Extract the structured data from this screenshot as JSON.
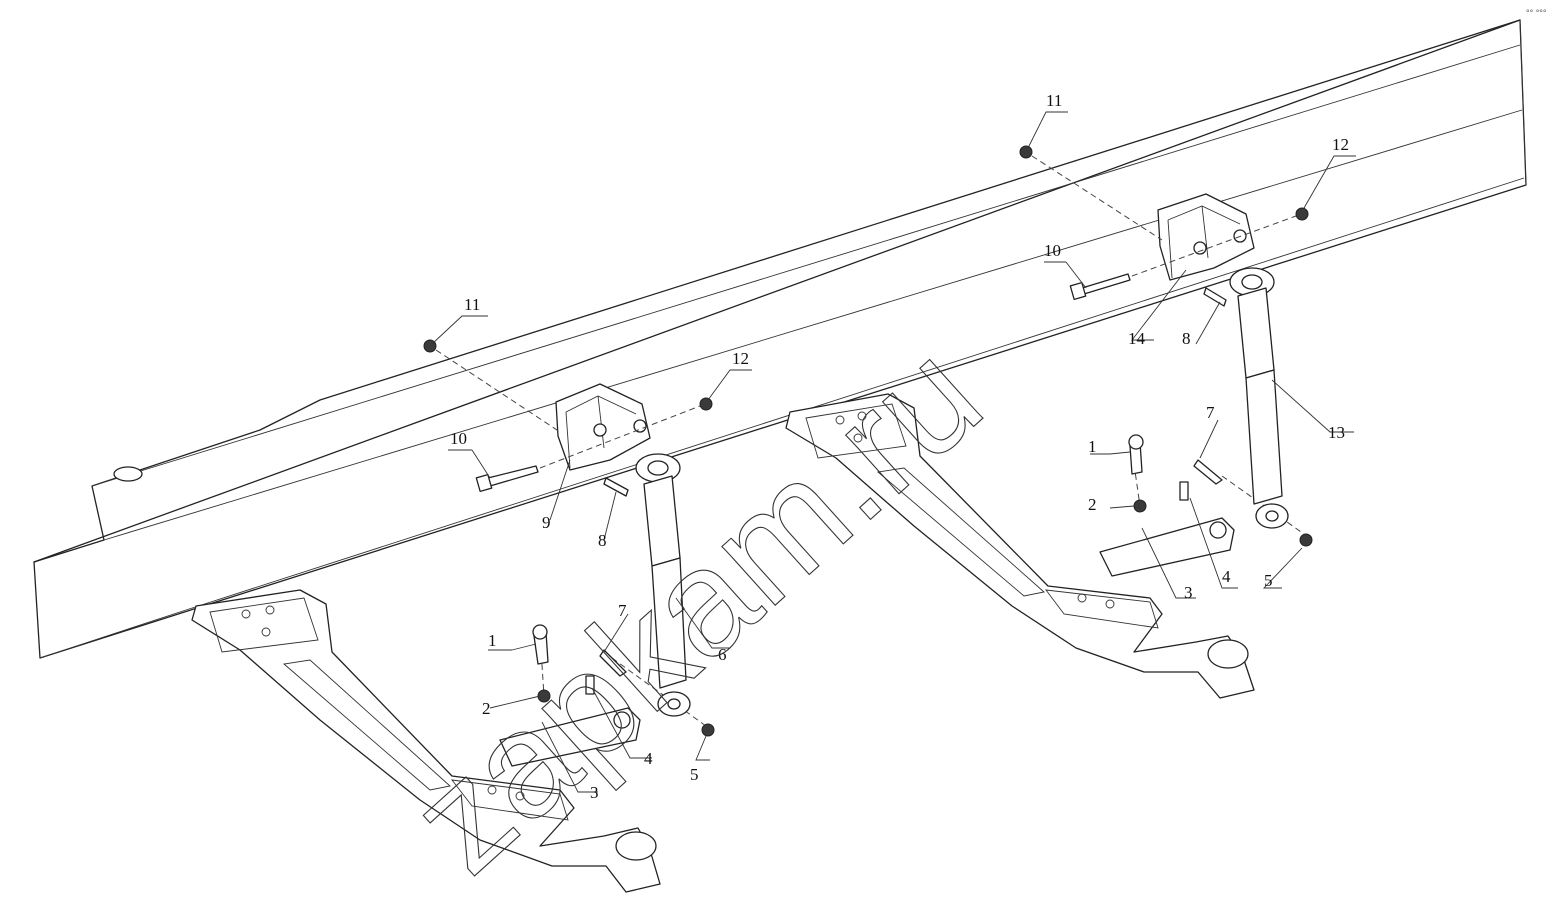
{
  "figure": {
    "watermark": "zapkam.ru",
    "corner_mark": "°° °°°",
    "callouts": [
      {
        "id": "L11a",
        "text": "11"
      },
      {
        "id": "L12a",
        "text": "12"
      },
      {
        "id": "L10a",
        "text": "10"
      },
      {
        "id": "L9",
        "text": "9"
      },
      {
        "id": "L8a",
        "text": "8"
      },
      {
        "id": "L6",
        "text": "6"
      },
      {
        "id": "L1a",
        "text": "1"
      },
      {
        "id": "L7a",
        "text": "7"
      },
      {
        "id": "L2a",
        "text": "2"
      },
      {
        "id": "L4a",
        "text": "4"
      },
      {
        "id": "L3a",
        "text": "3"
      },
      {
        "id": "L5a",
        "text": "5"
      },
      {
        "id": "L11b",
        "text": "11"
      },
      {
        "id": "L12b",
        "text": "12"
      },
      {
        "id": "L10b",
        "text": "10"
      },
      {
        "id": "L14",
        "text": "14"
      },
      {
        "id": "L8b",
        "text": "8"
      },
      {
        "id": "L13",
        "text": "13"
      },
      {
        "id": "L7b",
        "text": "7"
      },
      {
        "id": "L1b",
        "text": "1"
      },
      {
        "id": "L2b",
        "text": "2"
      },
      {
        "id": "L3b",
        "text": "3"
      },
      {
        "id": "L4b",
        "text": "4"
      },
      {
        "id": "L5b",
        "text": "5"
      }
    ]
  }
}
